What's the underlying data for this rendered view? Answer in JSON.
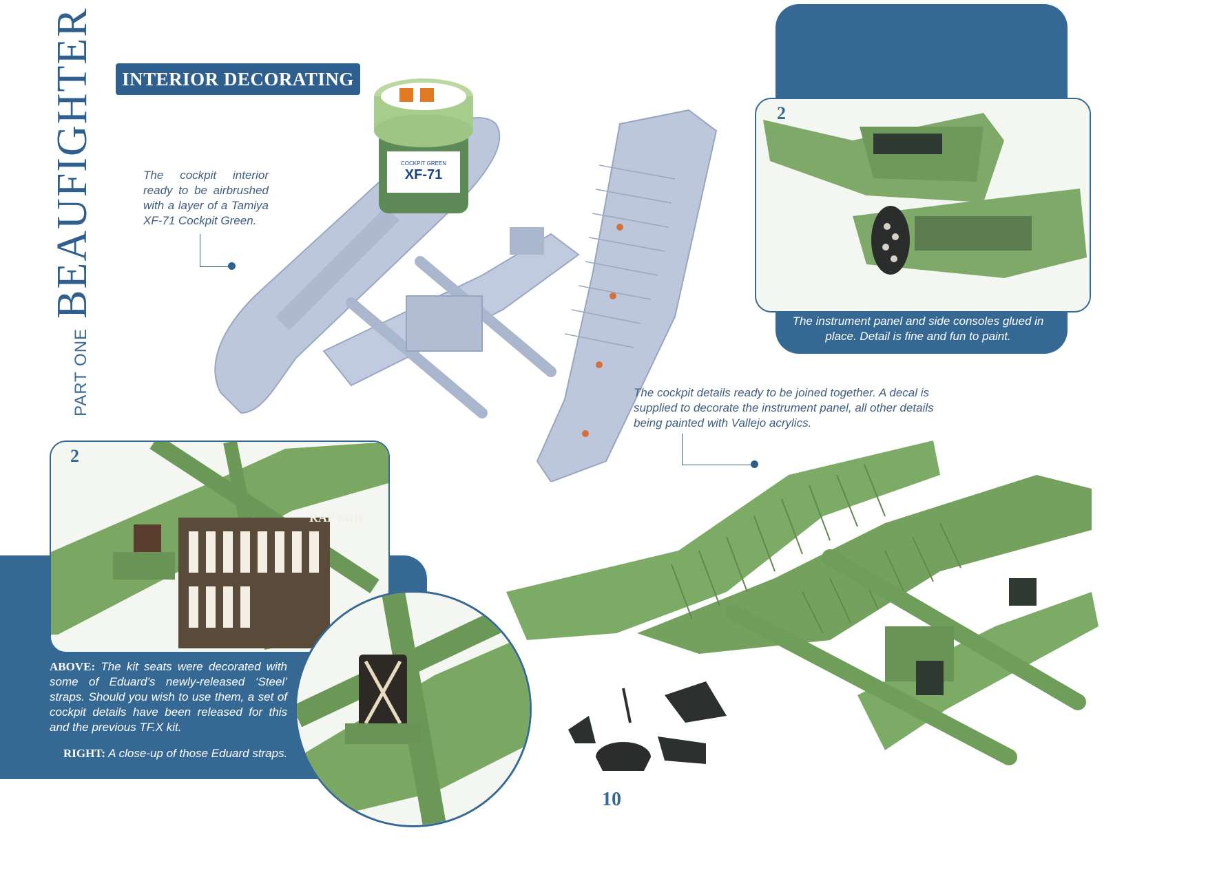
{
  "header": {
    "part_label": "PART ONE",
    "title": "BEAUFIGHTER",
    "section": "INTERIOR DECORATING"
  },
  "captions": {
    "cockpit_interior": "The cockpit interior ready to be airbrushed with a layer of a Tamiya XF-71 Cockpit Green.",
    "instrument_panel": "The instrument panel and side consoles glued in place. Detail is fine and fun to paint.",
    "details_ready": "The cockpit details ready to be joined together. A decal is supplied to decorate the instrument panel, all other details being painted with Vallejo acrylics.",
    "above_label": "ABOVE:",
    "above_text": "The kit seats were decorated with some of Eduard’s newly-released ‘Steel’ straps. Should you wish to use them, a set of cockpit details have been released for this and the previous TF.X kit.",
    "right_label": "RIGHT:",
    "right_text": "A close-up of those Eduard straps."
  },
  "photo_markers": {
    "top_right": "2",
    "bottom_left": "2"
  },
  "paint_jar": {
    "label": "XF-71",
    "sublabel": "COCKPIT GREEN"
  },
  "etch_sheet": {
    "label": "RAF early"
  },
  "page_number": "10",
  "colors": {
    "brand_blue": "#356994",
    "kit_grey": "#b9c5dc",
    "cockpit_green": "#7ba865"
  }
}
